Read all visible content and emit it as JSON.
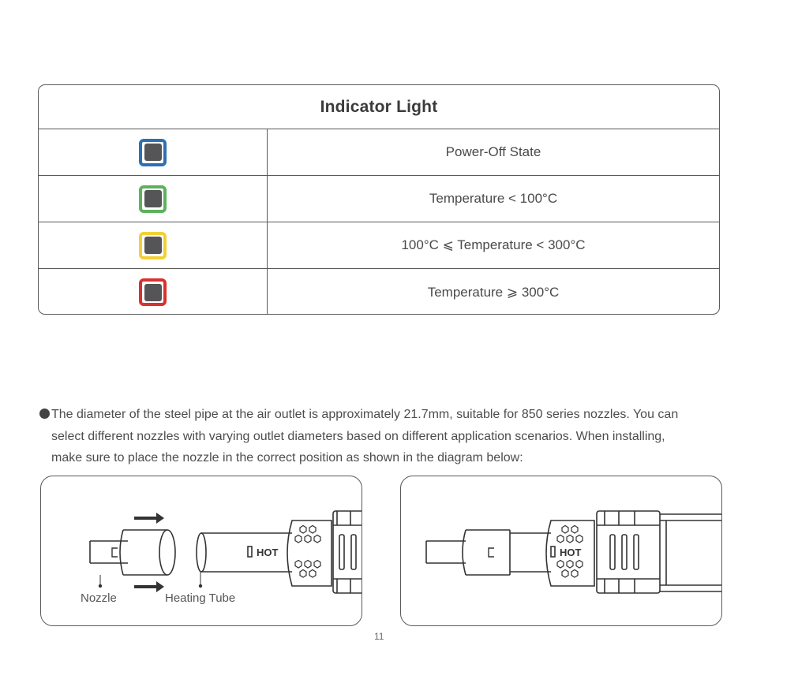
{
  "indicator_table": {
    "title": "Indicator Light",
    "rows": [
      {
        "state": "Power-Off State",
        "light_color": "#2d6fb5",
        "light_name": "blue-light-icon"
      },
      {
        "state": "Temperature < 100°C",
        "light_color": "#5cb25c",
        "light_name": "green-light-icon"
      },
      {
        "state": "100°C ⩽ Temperature < 300°C",
        "light_color": "#f2d035",
        "light_name": "yellow-light-icon"
      },
      {
        "state": "Temperature ⩾ 300°C",
        "light_color": "#d8322e",
        "light_name": "red-light-icon"
      }
    ]
  },
  "note": {
    "line1": "The diameter of the steel pipe at the air outlet is approximately 21.7mm, suitable for 850 series nozzles. You can",
    "line2": "select different nozzles with varying outlet diameters based on different application scenarios. When installing,",
    "line3": "make sure to place the nozzle in the correct position as shown in the diagram below:"
  },
  "diagram": {
    "nozzle_label": "Nozzle",
    "tube_label": "Heating Tube",
    "hot_label": "HOT"
  },
  "page_number": "11"
}
